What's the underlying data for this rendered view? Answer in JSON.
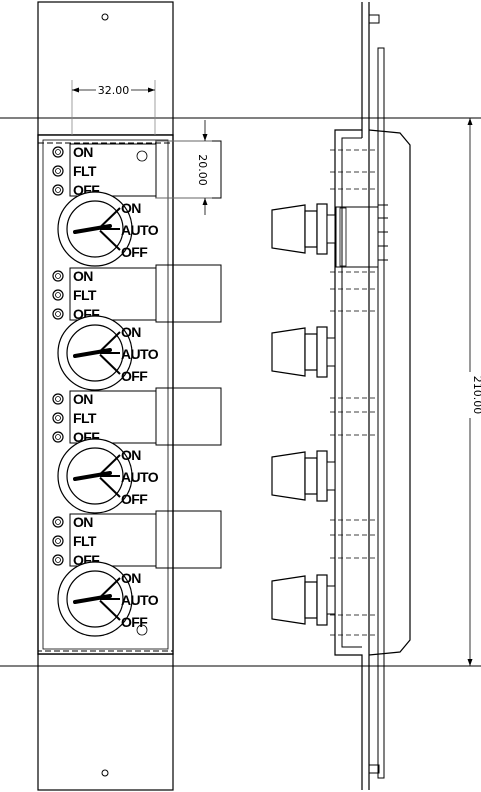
{
  "dimensions": {
    "width": "32.00",
    "switch_height": "20.00",
    "overall_height": "210.00"
  },
  "led_labels": [
    "ON",
    "FLT",
    "OFF"
  ],
  "knob_labels": [
    "ON",
    "AUTO",
    "OFF"
  ],
  "modules": 4
}
